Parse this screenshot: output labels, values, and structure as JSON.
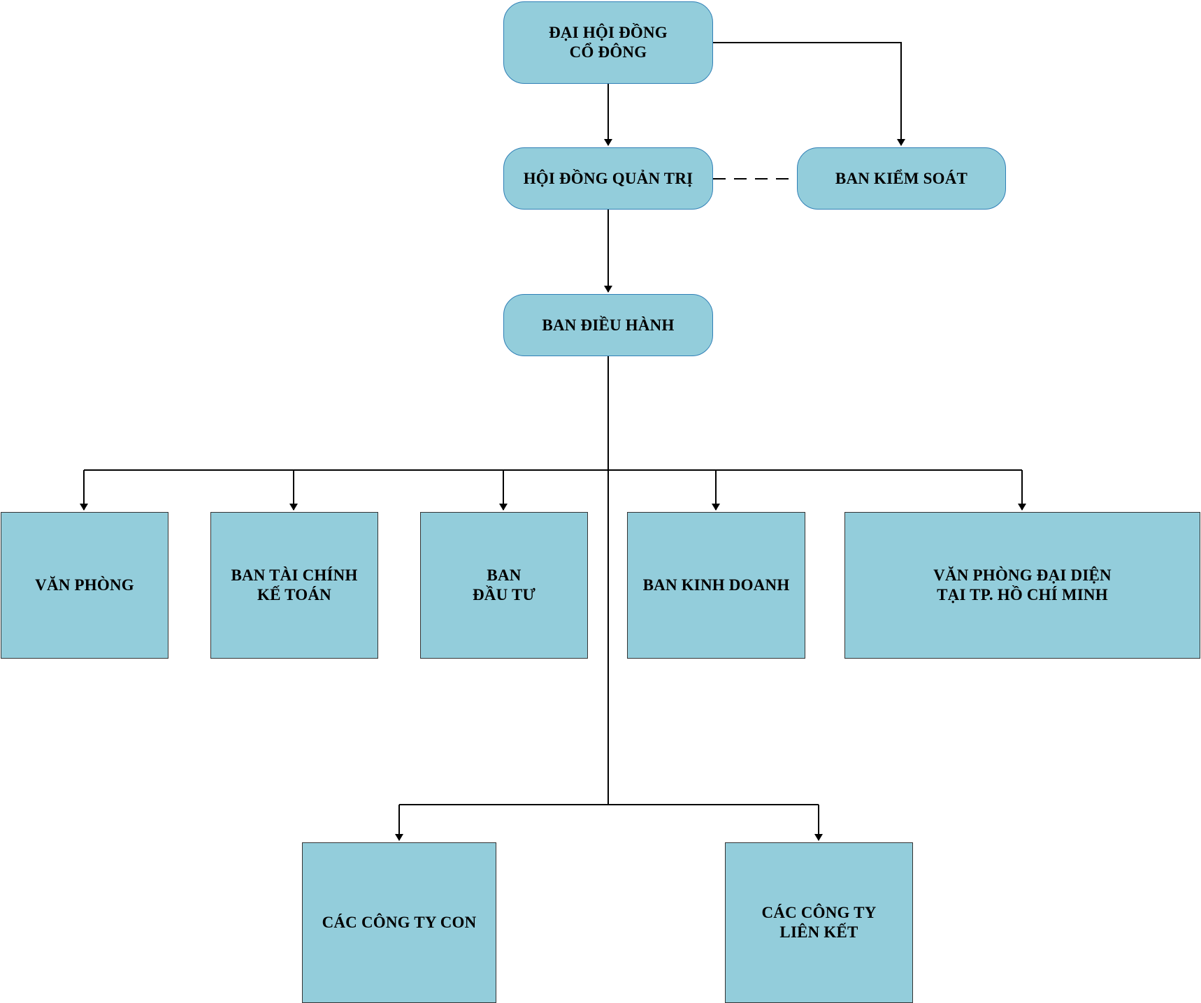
{
  "colors": {
    "node_fill": "#93cddb",
    "rounded_border": "#2f7fb6",
    "square_border": "#333333",
    "connector": "#000000"
  },
  "nodes": {
    "dai_hoi_dong_co_dong": "ĐẠI HỘI ĐỒNG\nCỔ ĐÔNG",
    "hoi_dong_quan_tri": "HỘI ĐỒNG QUẢN TRỊ",
    "ban_kiem_soat": "BAN KIỂM SOÁT",
    "ban_dieu_hanh": "BAN ĐIỀU HÀNH",
    "van_phong": "VĂN PHÒNG",
    "ban_tai_chinh_ke_toan": "BAN TÀI CHÍNH\nKẾ TOÁN",
    "ban_dau_tu": "BAN\nĐẦU TƯ",
    "ban_kinh_doanh": "BAN KINH DOANH",
    "van_phong_dai_dien": "VĂN PHÒNG ĐẠI DIỆN\nTẠI TP. HỒ CHÍ MINH",
    "cac_cong_ty_con": "CÁC CÔNG TY CON",
    "cac_cong_ty_lien_ket": "CÁC CÔNG TY\nLIÊN KẾT"
  }
}
